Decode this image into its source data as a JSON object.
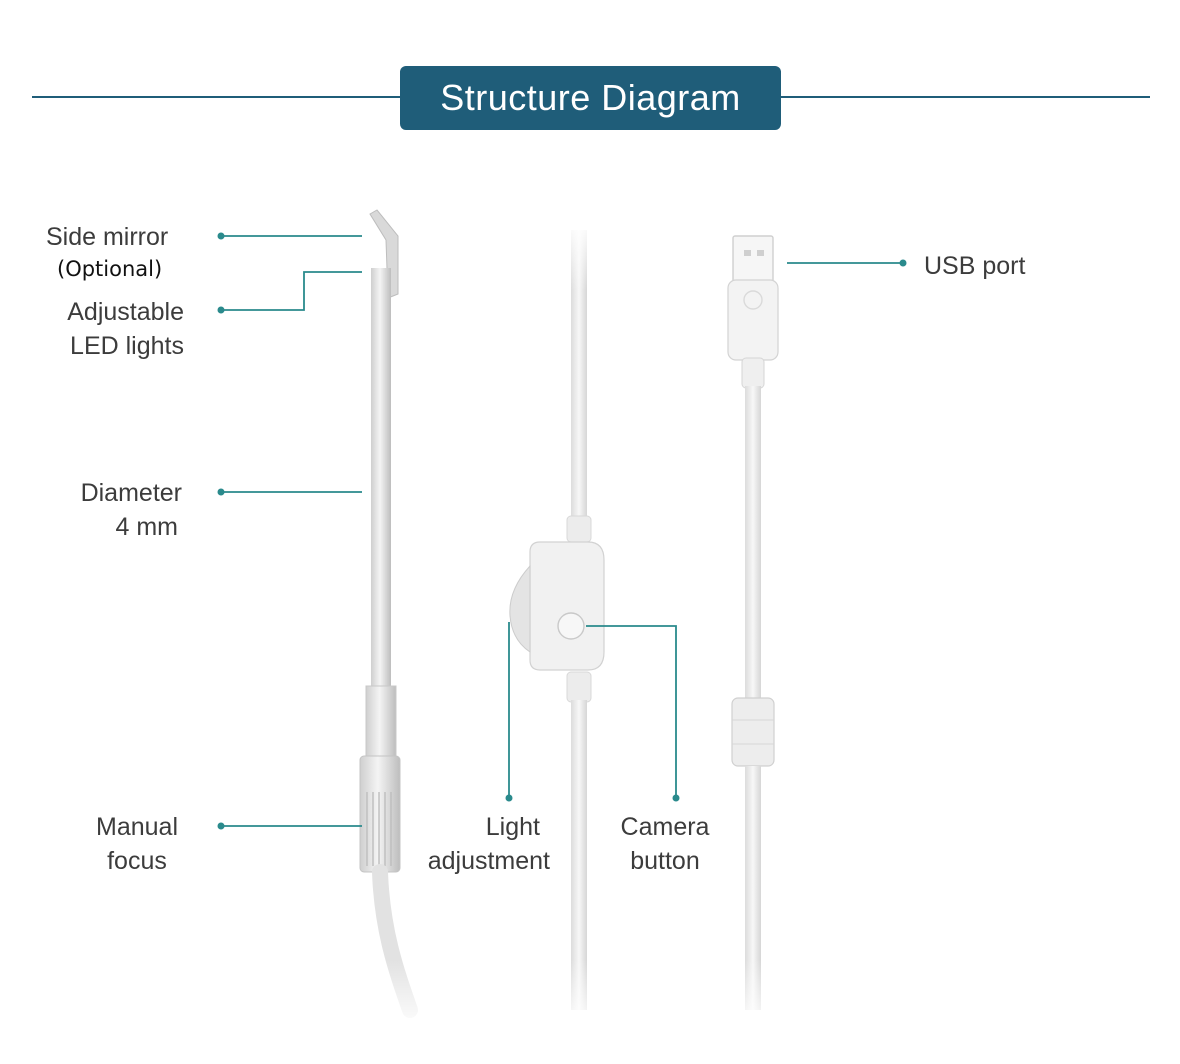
{
  "header": {
    "title": "Structure Diagram"
  },
  "labels": {
    "side_mirror": "Side mirror",
    "optional": "(Optional)",
    "led_line1": "Adjustable",
    "led_line2": "LED lights",
    "diameter_line1": "Diameter",
    "diameter_line2": "4 mm",
    "manual_line1": "Manual",
    "manual_line2": "focus",
    "light_line1": "Light",
    "light_line2": "adjustment",
    "camera_line1": "Camera",
    "camera_line2": "button",
    "usb": "USB port"
  },
  "colors": {
    "header_bg": "#1f5d79",
    "leader": "#2a8a8c",
    "device": "#e9e9e9"
  }
}
